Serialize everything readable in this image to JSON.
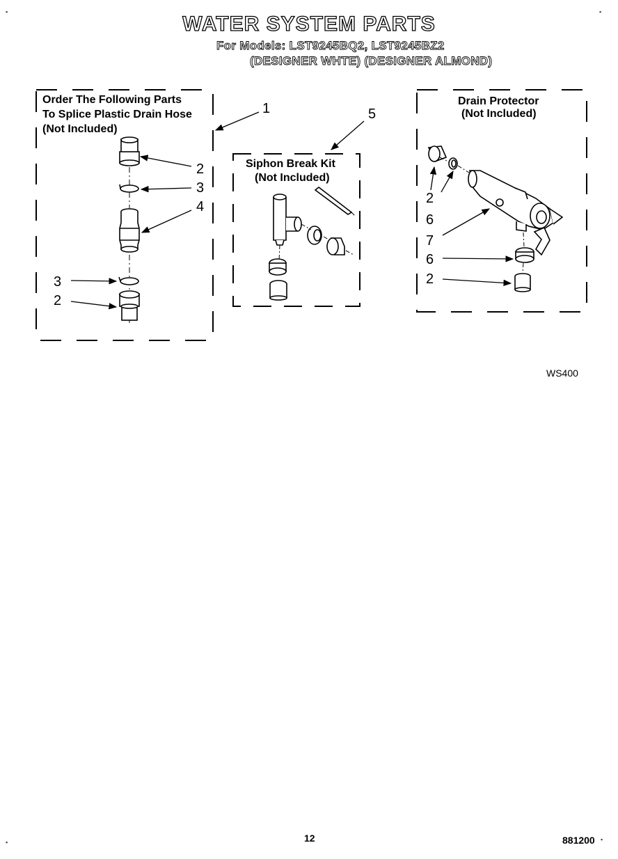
{
  "header": {
    "title": "WATER SYSTEM PARTS",
    "models_line": "For Models: LST9245BQ2, LST9245BZ2",
    "colors_line": "(DESIGNER WHTE) (DESIGNER ALMOND)"
  },
  "splice_box": {
    "label_line1": "Order The Following Parts",
    "label_line2": "To Splice Plastic Drain Hose",
    "label_line3": "(Not Included)"
  },
  "siphon_box": {
    "label_line1": "Siphon Break Kit",
    "label_line2": "(Not Included)"
  },
  "drain_box": {
    "label_line1": "Drain Protector",
    "label_line2": "(Not Included)"
  },
  "callouts": {
    "c1": "1",
    "c2a": "2",
    "c3a": "3",
    "c4": "4",
    "c3b": "3",
    "c2b": "2",
    "c5": "5",
    "c2c": "2",
    "c6a": "6",
    "c7": "7",
    "c6b": "6",
    "c2d": "2"
  },
  "figure_code": "WS400",
  "footer": {
    "page_number": "12",
    "doc_number": "881200"
  }
}
